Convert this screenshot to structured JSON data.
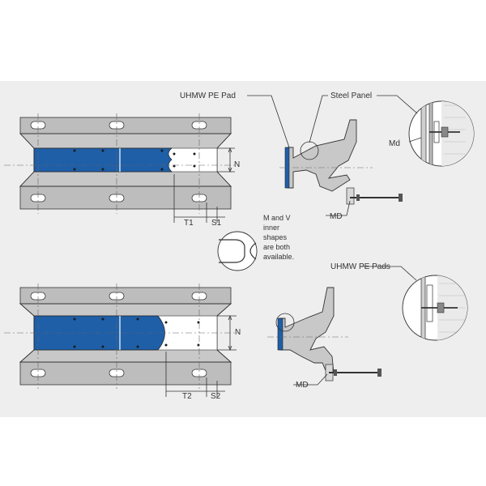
{
  "labels": {
    "pad_top": "UHMW PE  Pad",
    "steel_panel": "Steel Panel",
    "pads_bottom": "UHMW PE  Pads",
    "md_upper_detail": "Md",
    "md_upper": "MD",
    "md_lower": "MD",
    "dim_n_upper": "N",
    "dim_n_lower": "N",
    "dim_t1": "T1",
    "dim_s1": "S1",
    "dim_t2": "T2",
    "dim_s2": "S2",
    "note_lines": [
      "M and V",
      "inner",
      "shapes",
      "are both",
      "available."
    ]
  },
  "colors": {
    "pad_blue": "#1f5fa8",
    "body_grey": "#c8c8c8",
    "frame_grey": "#bdbdbd",
    "line_dark": "#333333",
    "background": "#eeeeee"
  }
}
